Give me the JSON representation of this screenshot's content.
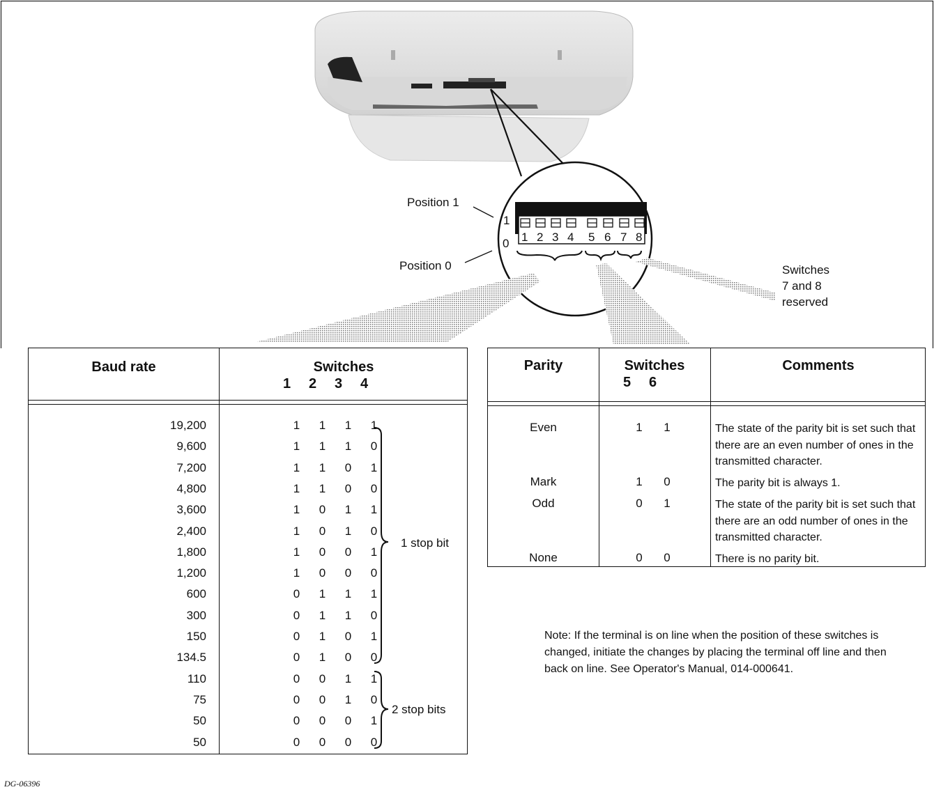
{
  "figure": {
    "figure_id": "DG-06396",
    "callouts": {
      "position_1": "Position 1",
      "position_0": "Position 0",
      "pos_1_mark": "1",
      "pos_0_mark": "0",
      "reserved": [
        "Switches",
        "7 and 8",
        "reserved"
      ]
    },
    "switch_numbers": [
      "1",
      "2",
      "3",
      "4",
      "5",
      "6",
      "7",
      "8"
    ]
  },
  "baud_table": {
    "header_rate": "Baud rate",
    "header_switches": "Switches",
    "switch_cols": [
      "1",
      "2",
      "3",
      "4"
    ],
    "rows": [
      {
        "rate": "19,200",
        "bits": [
          "1",
          "1",
          "1",
          "1"
        ]
      },
      {
        "rate": "9,600",
        "bits": [
          "1",
          "1",
          "1",
          "0"
        ]
      },
      {
        "rate": "7,200",
        "bits": [
          "1",
          "1",
          "0",
          "1"
        ]
      },
      {
        "rate": "4,800",
        "bits": [
          "1",
          "1",
          "0",
          "0"
        ]
      },
      {
        "rate": "3,600",
        "bits": [
          "1",
          "0",
          "1",
          "1"
        ]
      },
      {
        "rate": "2,400",
        "bits": [
          "1",
          "0",
          "1",
          "0"
        ]
      },
      {
        "rate": "1,800",
        "bits": [
          "1",
          "0",
          "0",
          "1"
        ]
      },
      {
        "rate": "1,200",
        "bits": [
          "1",
          "0",
          "0",
          "0"
        ]
      },
      {
        "rate": "600",
        "bits": [
          "0",
          "1",
          "1",
          "1"
        ]
      },
      {
        "rate": "300",
        "bits": [
          "0",
          "1",
          "1",
          "0"
        ]
      },
      {
        "rate": "150",
        "bits": [
          "0",
          "1",
          "0",
          "1"
        ]
      },
      {
        "rate": "134.5",
        "bits": [
          "0",
          "1",
          "0",
          "0"
        ]
      },
      {
        "rate": "110",
        "bits": [
          "0",
          "0",
          "1",
          "1"
        ]
      },
      {
        "rate": "75",
        "bits": [
          "0",
          "0",
          "1",
          "0"
        ]
      },
      {
        "rate": "50",
        "bits": [
          "0",
          "0",
          "0",
          "1"
        ]
      },
      {
        "rate": "50",
        "bits": [
          "0",
          "0",
          "0",
          "0"
        ]
      }
    ],
    "stop_groups": [
      "1 stop bit",
      "2 stop bits"
    ]
  },
  "parity_table": {
    "header_parity": "Parity",
    "header_switches": "Switches",
    "switch_cols": [
      "5",
      "6"
    ],
    "header_comments": "Comments",
    "rows": [
      {
        "parity": "Even",
        "bits": [
          "1",
          "1"
        ],
        "comment": "The state of the parity bit is set such that there are an even number of ones in the transmitted character."
      },
      {
        "parity": "Mark",
        "bits": [
          "1",
          "0"
        ],
        "comment": "The parity bit is always 1."
      },
      {
        "parity": "Odd",
        "bits": [
          "0",
          "1"
        ],
        "comment": "The state of the parity bit is set such that there are an odd number of ones in the transmitted character."
      },
      {
        "parity": "None",
        "bits": [
          "0",
          "0"
        ],
        "comment": "There is no parity bit."
      }
    ]
  },
  "note": "Note: If the terminal is on line when the position of these switches is changed, initiate the changes by placing the terminal off line and then back on line. See Operator's Manual, 014-000641."
}
